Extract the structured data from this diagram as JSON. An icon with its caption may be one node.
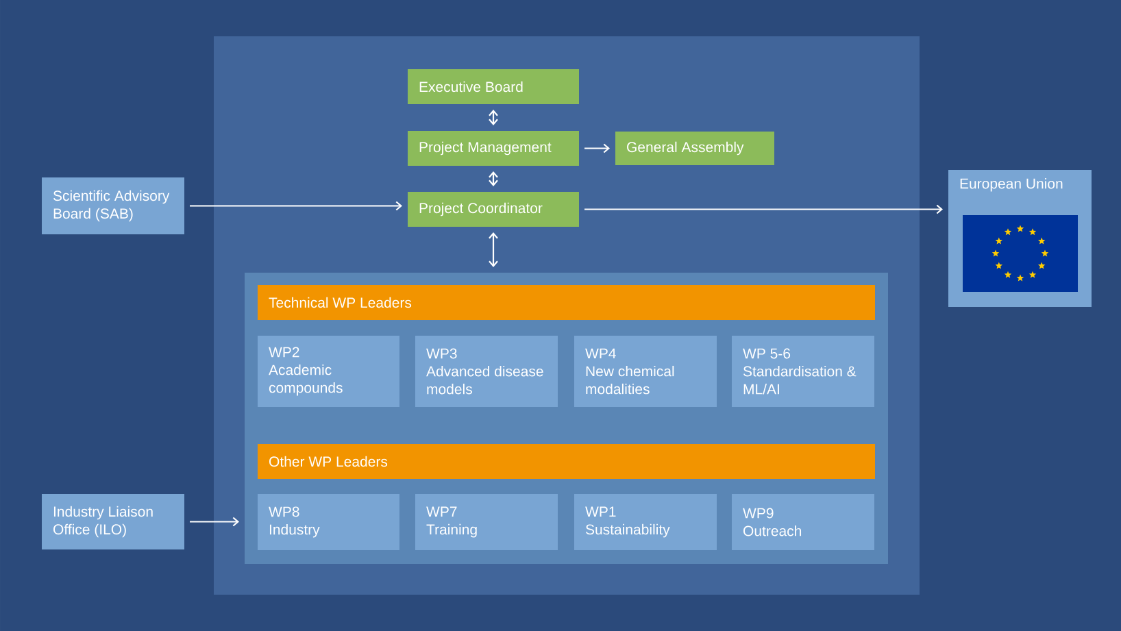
{
  "diagram": {
    "nodes": [
      {
        "text": [],
        "shape": "box"
      },
      {
        "text": [
          "Executive Board"
        ],
        "in": 0
      },
      {
        "text": [
          "Project Management"
        ],
        "in": 0
      },
      {
        "text": [
          "General Assembly"
        ],
        "in": 0
      },
      {
        "text": [
          "Project Coordinator"
        ],
        "in": 0
      },
      {
        "text": [],
        "shape": "box",
        "in": 0
      },
      {
        "text": [
          "Technical WP Leaders"
        ],
        "in": 5
      },
      {
        "text": [
          "WP2",
          "Academic compounds"
        ],
        "in": 5
      },
      {
        "text": [
          "WP3",
          "Advanced disease models"
        ],
        "in": 5
      },
      {
        "text": [
          "WP4",
          "New chemical modalities"
        ],
        "in": 5
      },
      {
        "text": [
          "WP 5-6",
          "Standardisation & ML/AI"
        ],
        "in": 5
      },
      {
        "text": [
          "Other WP Leaders"
        ],
        "in": 5
      },
      {
        "text": [
          "WP8",
          "Industry"
        ],
        "in": 5
      },
      {
        "text": [
          "WP7",
          "Training"
        ],
        "in": 5
      },
      {
        "text": [
          "WP1",
          "Sustainability"
        ],
        "in": 5
      },
      {
        "text": [
          "WP9",
          "Outreach"
        ],
        "in": 5
      },
      {
        "text": [
          "Scientific Advisory Board (SAB)"
        ]
      },
      {
        "text": [
          "Industry Liaison Office (ILO)"
        ]
      },
      {
        "text": [
          "European Union"
        ]
      },
      {
        "text": [],
        "shape": "picture",
        "in": 18
      }
    ],
    "edges": [
      {
        "from": 1,
        "to": 2,
        "arrow": "both"
      },
      {
        "from": 2,
        "to": 3,
        "arrow": "to"
      },
      {
        "from": 2,
        "to": 4,
        "arrow": "both"
      },
      {
        "from": 16,
        "to": 4,
        "arrow": "to"
      },
      {
        "from": 4,
        "to": 18,
        "arrow": "to"
      },
      {
        "from": 4,
        "to": 5,
        "arrow": "both"
      },
      {
        "from": 17,
        "to": 5,
        "arrow": "to"
      }
    ]
  }
}
